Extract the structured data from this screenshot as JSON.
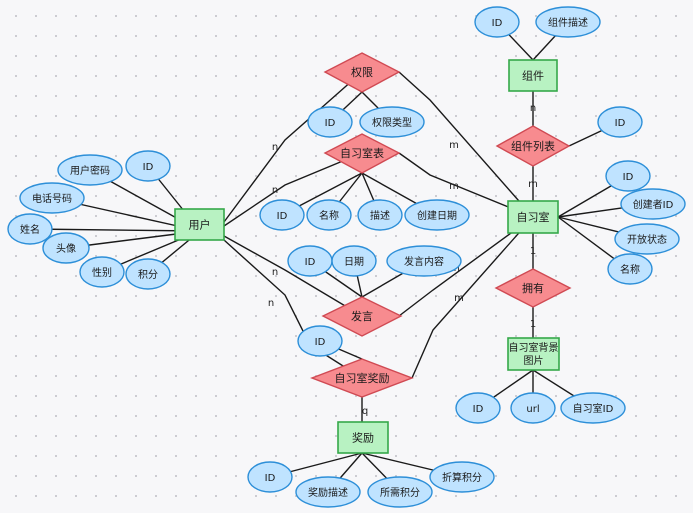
{
  "entities": {
    "user": "用户",
    "study_room": "自习室",
    "component": "组件",
    "reward": "奖励",
    "room_background": [
      "自习室背景",
      "图片"
    ]
  },
  "relationships": {
    "permission": "权限",
    "room_table": "自习室表",
    "post": "发言",
    "room_reward": "自习室奖励",
    "component_list": "组件列表",
    "has": "拥有"
  },
  "attributes": {
    "user": [
      "用户密码",
      "ID",
      "电话号码",
      "姓名",
      "头像",
      "性别",
      "积分"
    ],
    "permission": [
      "ID",
      "权限类型"
    ],
    "room_table": [
      "ID",
      "名称",
      "描述",
      "创建日期"
    ],
    "post": [
      "ID",
      "日期",
      "发言内容"
    ],
    "room_reward": [
      "ID"
    ],
    "component": [
      "ID",
      "组件描述"
    ],
    "component_list": [
      "ID"
    ],
    "study_room": [
      "ID",
      "创建者ID",
      "开放状态",
      "名称"
    ],
    "room_background": [
      "ID",
      "url",
      "自习室ID"
    ],
    "reward": [
      "ID",
      "奖励描述",
      "所需积分",
      "折算积分"
    ]
  },
  "cardinalities": {
    "user_permission": "n",
    "permission_room": "m",
    "user_room_table": "n",
    "room_table_room": "m",
    "user_post": "n",
    "post_room": "m",
    "user_room_reward": "n",
    "room_reward_room": "m",
    "room_reward_reward": "q",
    "component_list_component": "n",
    "component_list_room": "m",
    "room_has": "1",
    "has_background": "1"
  }
}
